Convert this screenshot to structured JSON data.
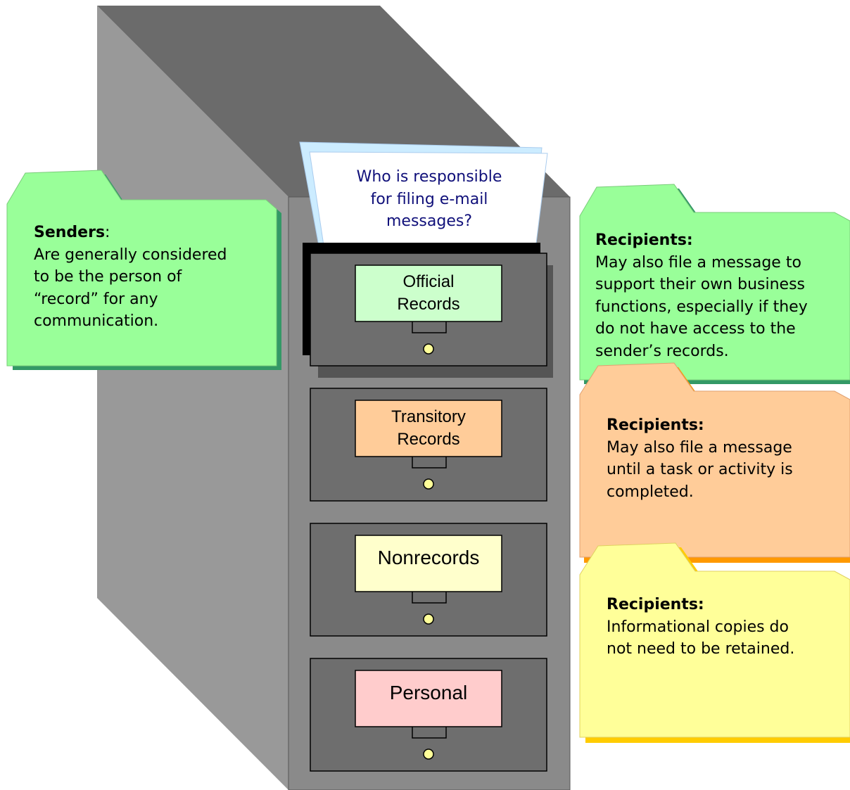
{
  "colors": {
    "cabinet_side": "#999999",
    "cabinet_top": "#6b6b6b",
    "cabinet_front": "#8a8a8a",
    "drawer": "#6e6e6e",
    "green_folder": "#99ff99",
    "green_folder_shadow": "#339966",
    "orange_folder": "#ffcc99",
    "orange_folder_shadow": "#ff9900",
    "yellow_folder": "#ffff99",
    "yellow_folder_shadow": "#ffcc00",
    "label_official": "#ccffcc",
    "label_transitory": "#ffcc99",
    "label_nonrecords": "#ffffcc",
    "label_personal": "#ffcccc",
    "question_text": "#10107a",
    "knob": "#ffff99"
  },
  "question": {
    "lines": [
      "Who is responsible",
      "for filing e-mail",
      "messages?"
    ]
  },
  "drawers": [
    {
      "lines": [
        "Official",
        "Records"
      ],
      "icon": "drawer-handle-icon"
    },
    {
      "lines": [
        "Transitory",
        "Records"
      ],
      "icon": "drawer-handle-icon"
    },
    {
      "lines": [
        "Nonrecords"
      ],
      "icon": "drawer-handle-icon"
    },
    {
      "lines": [
        "Personal"
      ],
      "icon": "drawer-handle-icon"
    }
  ],
  "notes": {
    "senders": {
      "title": "Senders",
      "title_suffix": ":",
      "lines": [
        "Are generally considered",
        "to be the person of",
        "“record” for any",
        "communication."
      ]
    },
    "recipients_official": {
      "title": "Recipients:",
      "lines": [
        "May also file a message to",
        "support their own business",
        "functions, especially if they",
        "do not have access to the",
        "sender’s records."
      ]
    },
    "recipients_transitory": {
      "title": "Recipients:",
      "lines": [
        "May also file a message",
        "until a task or activity is",
        "completed."
      ]
    },
    "recipients_nonrecords": {
      "title": "Recipients:",
      "lines": [
        "Informational copies do",
        "not need to be retained."
      ]
    }
  }
}
